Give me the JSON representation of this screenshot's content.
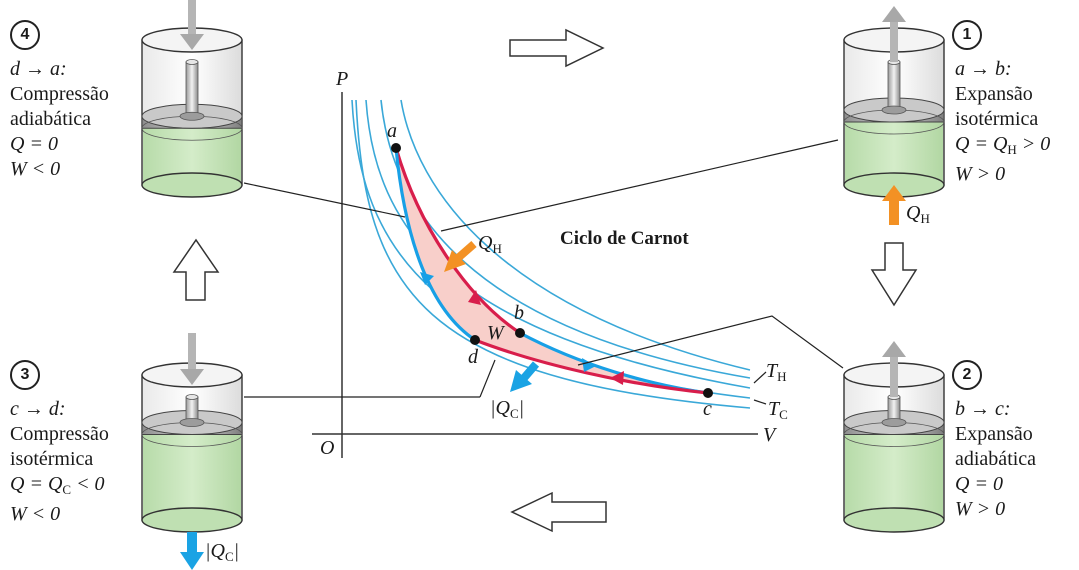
{
  "diagram": {
    "title": "Ciclo de Carnot",
    "axis": {
      "y": "P",
      "x": "V",
      "origin": "O"
    },
    "points": [
      "a",
      "b",
      "c",
      "d"
    ],
    "labels": {
      "work": "W",
      "qh": "Q",
      "qh_sub": "H",
      "qc_bar_left": "|Q",
      "qc_sub": "C",
      "qc_bar_right": "|",
      "th": "T",
      "th_sub": "H",
      "tc": "T",
      "tc_sub": "C"
    },
    "colors": {
      "isotherm_hot": "#d81e4b",
      "adiabat": "#18a0e6",
      "fill": "#f8cfca",
      "heat_in": "#f39124",
      "heat_out": "#1aa3e4",
      "curve": "#3aa8d8",
      "gas": "#c5e3ba"
    }
  },
  "stages": [
    {
      "num": "1",
      "lines": [
        "a → b:",
        "Expansão",
        "isotérmica",
        "Q = Q",
        "W > 0"
      ],
      "q_sub": "H",
      "q_tail": " > 0",
      "heat_label": "Q",
      "heat_sub": "H",
      "gas_level": 0.6
    },
    {
      "num": "2",
      "lines": [
        "b → c:",
        "Expansão",
        "adiabática",
        "Q = 0",
        "W > 0"
      ],
      "gas_level": 0.78
    },
    {
      "num": "3",
      "lines": [
        "c → d:",
        "Compressão",
        "isotérmica",
        "Q = Q",
        "W < 0"
      ],
      "q_sub": "C",
      "q_tail": " < 0",
      "heat_label": "|Q",
      "heat_sub": "C",
      "heat_tail": "|",
      "gas_level": 0.78
    },
    {
      "num": "4",
      "lines": [
        "d → a:",
        "Compressão",
        "adiabática",
        "Q = 0",
        "W < 0"
      ],
      "gas_level": 0.55
    }
  ]
}
